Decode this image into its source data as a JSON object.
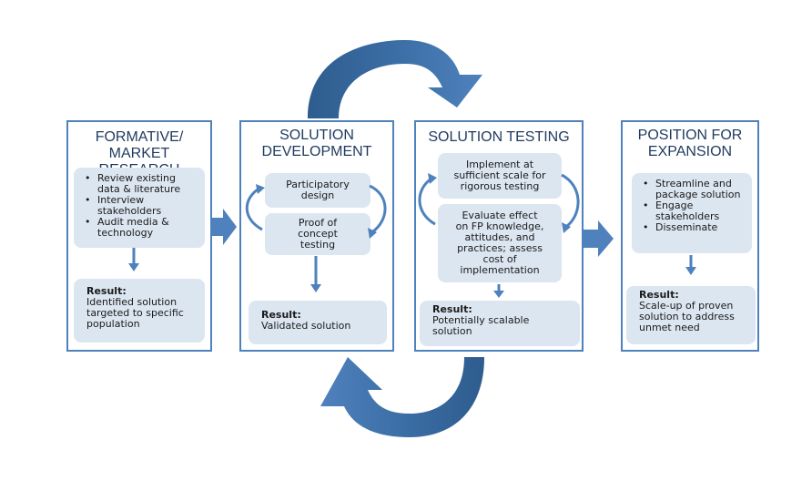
{
  "colors": {
    "border": "#4f81bd",
    "box_fill": "#dce6f1",
    "arrow": "#4f81bd",
    "arrow_dark": "#2e5c8e",
    "title": "#1f3a5f"
  },
  "panels": [
    {
      "title": "FORMATIVE/\nMARKET RESEARCH",
      "bullets": [
        "Review existing data & literature",
        "Interview stakeholders",
        "Audit media & technology"
      ],
      "result_label": "Result:",
      "result_text": "Identified solution\ntargeted to specific\npopulation"
    },
    {
      "title": "SOLUTION\nDEVELOPMENT",
      "steps": [
        "Participatory\ndesign",
        "Proof of\nconcept\ntesting"
      ],
      "result_label": "Result:",
      "result_text": "Validated solution"
    },
    {
      "title": "SOLUTION TESTING",
      "steps": [
        "Implement at\nsufficient scale for\nrigorous testing",
        "Evaluate effect\non FP knowledge,\nattitudes, and\npractices; assess\ncost of\nimplementation"
      ],
      "result_label": "Result:",
      "result_text": "Potentially scalable\nsolution"
    },
    {
      "title": "POSITION FOR\nEXPANSION",
      "bullets": [
        "Streamline and package solution",
        "Engage stakeholders",
        "Disseminate"
      ],
      "result_label": "Result:",
      "result_text": "Scale-up of proven\nsolution to address\nunmet need"
    }
  ]
}
